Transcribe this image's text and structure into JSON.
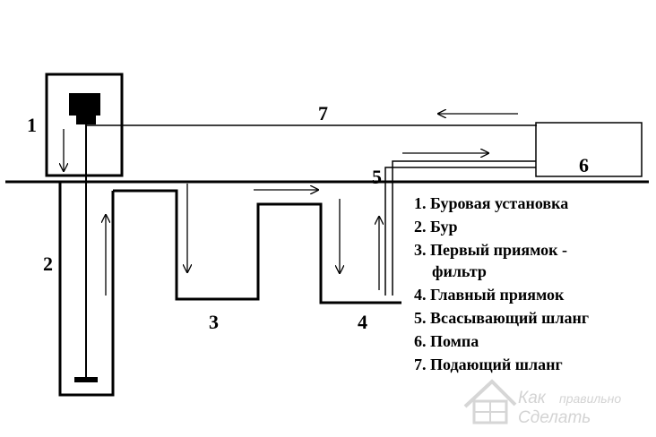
{
  "diagram": {
    "labels": {
      "rig": "1",
      "drill": "2",
      "pit_first": "3",
      "pit_main": "4",
      "suction_hose": "5",
      "pump": "6",
      "supply_hose": "7"
    },
    "legend": [
      "1. Буровая установка",
      "2. Бур",
      "3. Первый приямок -",
      "фильтр",
      "4. Главный приямок",
      "5. Всасывающий шланг",
      "6. Помпа",
      "7. Подающий шланг"
    ]
  },
  "watermark": {
    "line1a": "Как",
    "line1b": "правильно",
    "line2": "Сделать"
  }
}
